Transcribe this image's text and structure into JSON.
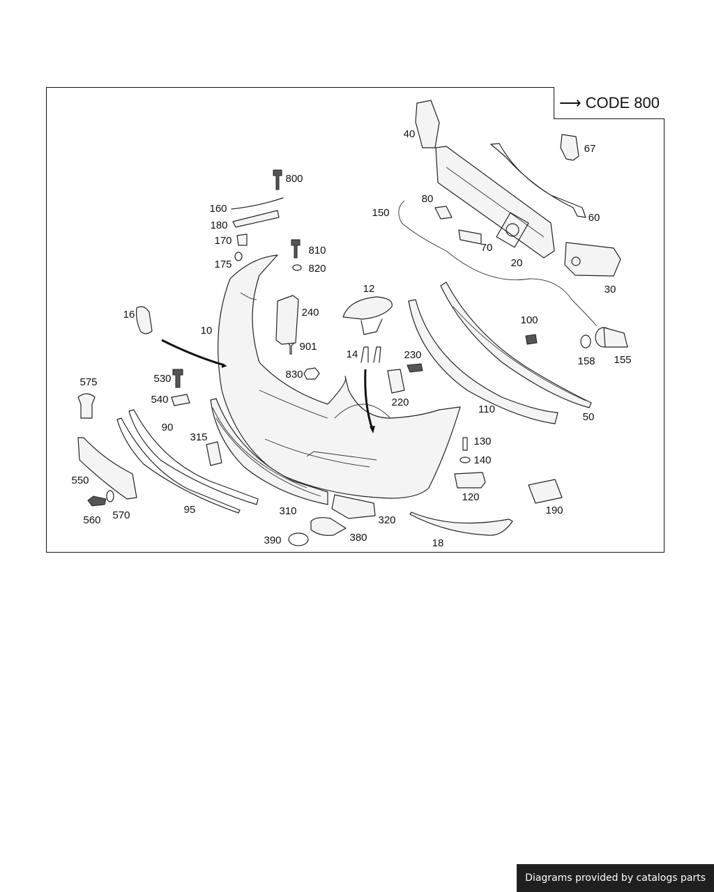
{
  "diagram": {
    "code_label": "CODE 800",
    "code_arrow_icon": "right-arrow-icon",
    "labels": {
      "p10": "10",
      "p12": "12",
      "p14": "14",
      "p16": "16",
      "p18": "18",
      "p20": "20",
      "p30": "30",
      "p40": "40",
      "p50": "50",
      "p60": "60",
      "p67": "67",
      "p70": "70",
      "p80": "80",
      "p90": "90",
      "p95": "95",
      "p100": "100",
      "p110": "110",
      "p120": "120",
      "p130": "130",
      "p140": "140",
      "p150": "150",
      "p155": "155",
      "p158": "158",
      "p160": "160",
      "p170": "170",
      "p175": "175",
      "p180": "180",
      "p190": "190",
      "p220": "220",
      "p230": "230",
      "p240": "240",
      "p310": "310",
      "p315": "315",
      "p320": "320",
      "p380": "380",
      "p390": "390",
      "p530": "530",
      "p540": "540",
      "p550": "550",
      "p560": "560",
      "p570": "570",
      "p575": "575",
      "p800": "800",
      "p810": "810",
      "p820": "820",
      "p830": "830",
      "p901": "901"
    }
  },
  "footer": {
    "credit": "Diagrams provided by catalogs parts"
  }
}
